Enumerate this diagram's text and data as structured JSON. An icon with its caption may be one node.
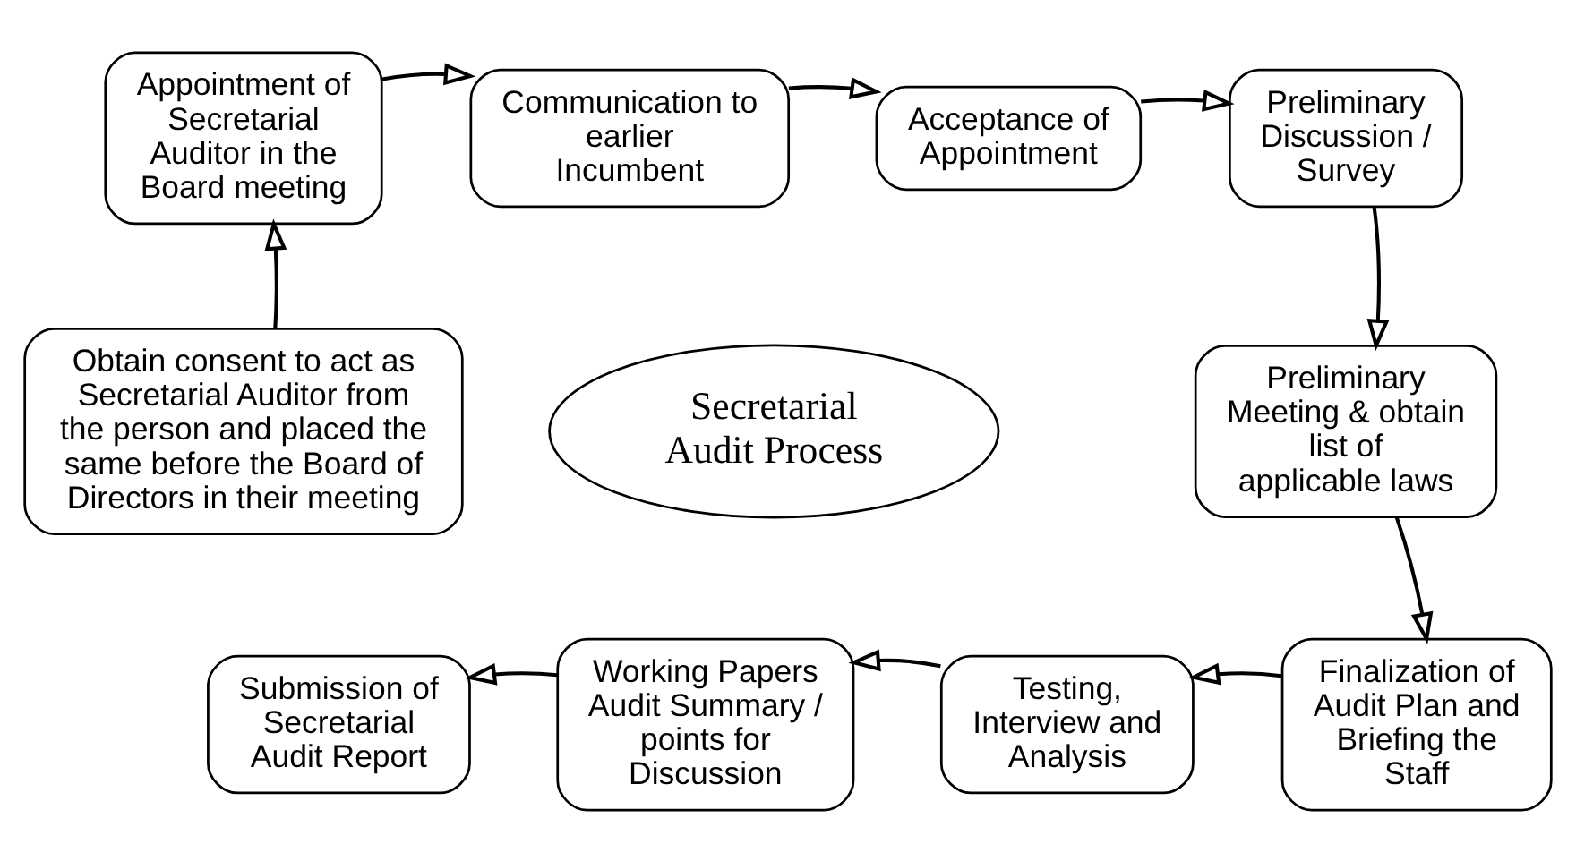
{
  "diagram": {
    "nodes": [
      {
        "text": [
          "Appointment of Secretarial Auditor in the Board meeting"
        ]
      },
      {
        "text": [
          "Communication to earlier Incumbent"
        ]
      },
      {
        "text": [
          "Acceptance of Appointment"
        ]
      },
      {
        "text": [
          "Preliminary Discussion / Survey"
        ]
      },
      {
        "text": [
          "Preliminary Meeting & obtain list of applicable laws"
        ]
      },
      {
        "text": [
          "Obtain consent to act as Secretarial Auditor from the person and placed the same before the Board of Directors in their meeting"
        ]
      },
      {
        "text": [
          "Secretarial Audit Process"
        ]
      },
      {
        "text": [
          "Submission of Secretarial Audit Report"
        ]
      },
      {
        "text": [
          "Working Papers Audit Summary / points for Discussion"
        ]
      },
      {
        "text": [
          "Testing, Interview and Analysis"
        ]
      },
      {
        "text": [
          "Finalization of Audit Plan and Briefing the Staff"
        ]
      }
    ],
    "edges": [
      {
        "from": 5,
        "to": 0,
        "arrow": "to"
      },
      {
        "from": 0,
        "to": 1,
        "arrow": "to"
      },
      {
        "from": 1,
        "to": 2,
        "arrow": "to"
      },
      {
        "from": 2,
        "to": 3,
        "arrow": "to"
      },
      {
        "from": 3,
        "to": 4,
        "arrow": "to"
      },
      {
        "from": 4,
        "to": 10,
        "arrow": "to"
      },
      {
        "from": 10,
        "to": 9,
        "arrow": "to"
      },
      {
        "from": 9,
        "to": 8,
        "arrow": "to"
      },
      {
        "from": 8,
        "to": 7,
        "arrow": "to"
      }
    ]
  }
}
